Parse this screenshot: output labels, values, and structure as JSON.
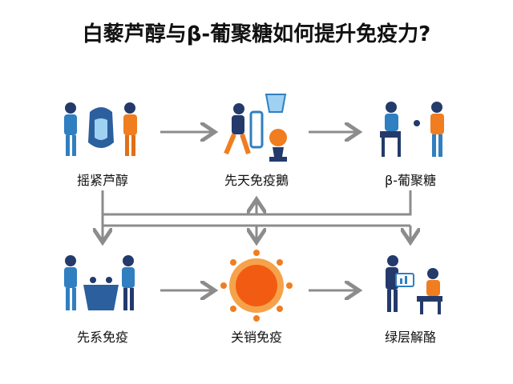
{
  "title": "白藜芦醇与β-葡聚糖如何提升免疫力?",
  "nodes": [
    {
      "label": "摇紧芦醇",
      "icon": "people-with-lungs-icon"
    },
    {
      "label": "先天免疫鵝",
      "icon": "person-with-trophy-icon"
    },
    {
      "label": "β-葡聚糖",
      "icon": "people-seated-talking-icon"
    },
    {
      "label": "先系免疫",
      "icon": "people-with-vessel-icon"
    },
    {
      "label": "关销免疫",
      "icon": "sun-burst-icon"
    },
    {
      "label": "绿层解酪",
      "icon": "people-with-chart-board-icon"
    }
  ],
  "colors": {
    "arrow": "#8c8c8c",
    "blue": "#2f7fc1",
    "orange": "#f07d20",
    "navy": "#233a6b",
    "sun": "#f25c12"
  }
}
